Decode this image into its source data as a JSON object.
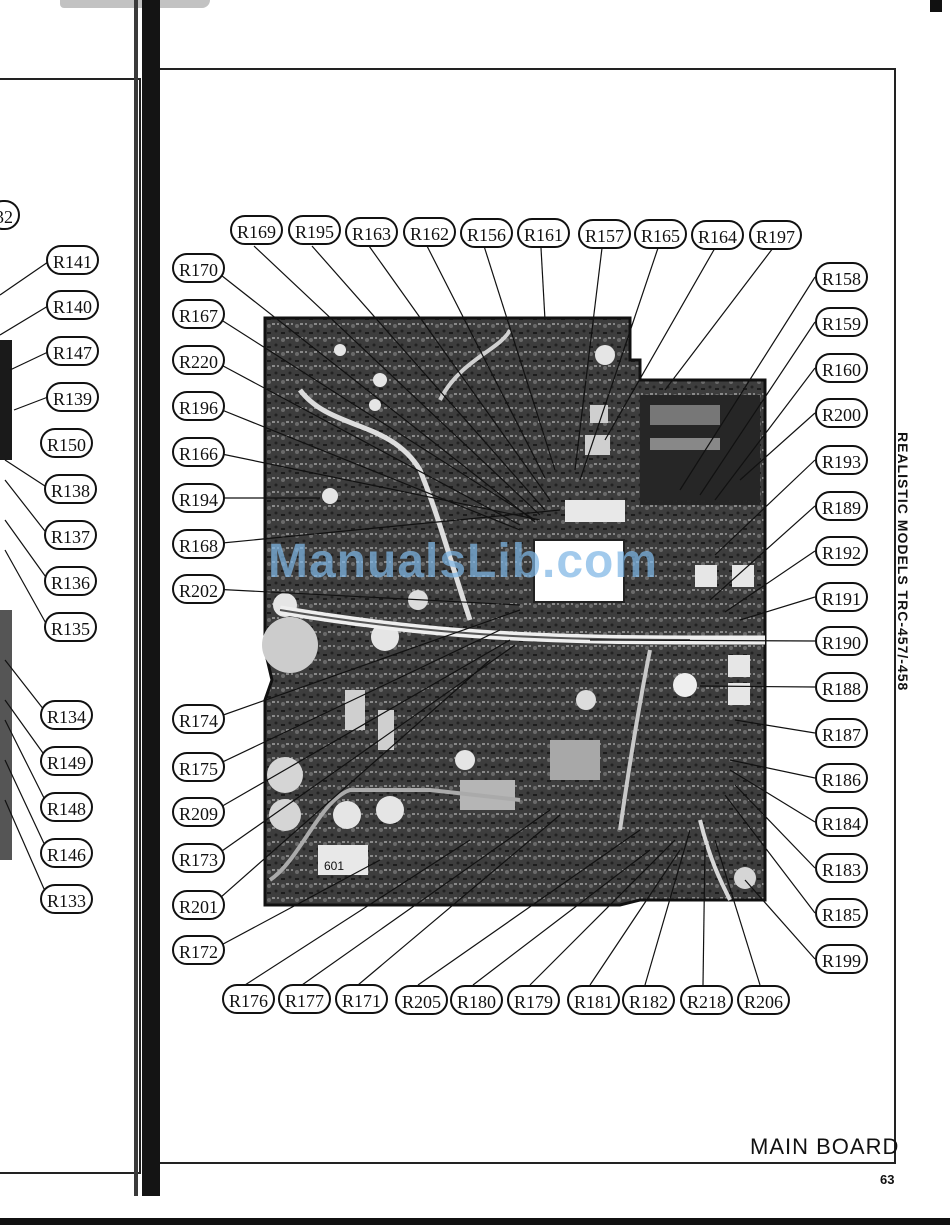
{
  "page": {
    "side_title": "REALISTIC MODELS TRC-457/-458",
    "board_title": "MAIN BOARD",
    "page_number": "63",
    "watermark": "ManualsLib.com"
  },
  "left_page": {
    "labels": [
      "32",
      "R141",
      "R140",
      "R147",
      "R139",
      "R150",
      "R138",
      "R137",
      "R136",
      "R135",
      "R134",
      "R149",
      "R148",
      "R146",
      "R133"
    ]
  },
  "callouts": {
    "top": [
      "R169",
      "R195",
      "R163",
      "R162",
      "R156",
      "R161",
      "R157",
      "R165",
      "R164",
      "R197"
    ],
    "left": [
      "R170",
      "R167",
      "R220",
      "R196",
      "R166",
      "R194",
      "R168",
      "R202",
      "R174",
      "R175",
      "R209",
      "R173",
      "R201",
      "R172"
    ],
    "right": [
      "R158",
      "R159",
      "R160",
      "R200",
      "R193",
      "R189",
      "R192",
      "R191",
      "R190",
      "R188",
      "R187",
      "R186",
      "R184",
      "R183",
      "R185",
      "R199"
    ],
    "bottom": [
      "R176",
      "R177",
      "R171",
      "R205",
      "R180",
      "R179",
      "R181",
      "R182",
      "R218",
      "R206"
    ]
  },
  "board_label": "601"
}
